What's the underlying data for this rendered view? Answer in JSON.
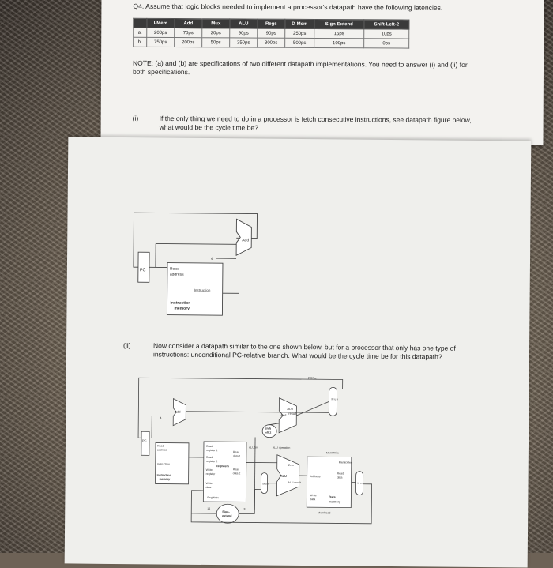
{
  "question_title": "Q4. Assume that logic blocks needed to implement a processor's datapath have the following latencies.",
  "table": {
    "headers": [
      "I-Mem",
      "Add",
      "Mux",
      "ALU",
      "Regs",
      "D-Mem",
      "Sign-Extend",
      "Shift-Left-2"
    ],
    "rows": [
      {
        "label": "a.",
        "values": [
          "200ps",
          "70ps",
          "20ps",
          "90ps",
          "90ps",
          "250ps",
          "15ps",
          "10ps"
        ]
      },
      {
        "label": "b.",
        "values": [
          "750ps",
          "200ps",
          "50ps",
          "250ps",
          "300ps",
          "500ps",
          "100ps",
          "0ps"
        ]
      }
    ]
  },
  "note": "NOTE: (a) and (b) are specifications of two different datapath implementations. You need to answer (i) and (ii) for both specifications.",
  "part_i": {
    "num": "(i)",
    "text": "If the only thing we need to do in a processor is fetch consecutive instructions, see datapath figure below, what would be the cycle time be?"
  },
  "part_ii": {
    "num": "(ii)",
    "text": "Now consider a datapath similar to the one shown below, but for a processor that only has one type of instructions: unconditional PC-relative branch. What would be the cycle time be for this datapath?"
  },
  "fig1": {
    "add": "Add",
    "four": "4",
    "pc": "PC",
    "read": "Read",
    "address": "address",
    "instruction": "Instruction",
    "imem1": "Instruction",
    "imem2": "memory"
  },
  "fig2": {
    "pcsrc": "PCSrc",
    "add": "Add",
    "four": "4",
    "add_alu": "Add",
    "alu_result1": "ALU",
    "alu_result2": "result",
    "shift1": "Shift",
    "shift2": "left 2",
    "alusrc": "ALUSrc",
    "aluop": "ALU operation",
    "memwrite": "MemWrite",
    "memtoreg": "MemtoReg",
    "pc": "PC",
    "read_addr1": "Read",
    "read_addr2": "address",
    "instruction": "Instruction",
    "imem1": "Instruction",
    "imem2": "memory",
    "rr1a": "Read",
    "rr1b": "register 1",
    "rr2a": "Read",
    "rr2b": "register 2",
    "wra": "Write",
    "wrb": "register",
    "wda": "Write",
    "wdb": "data",
    "rd1a": "Read",
    "rd1b": "data 1",
    "rd2a": "Read",
    "rd2b": "data 2",
    "registers": "Registers",
    "regwrite": "RegWrite",
    "zero": "Zero",
    "alu": "ALU",
    "alu_res": "ALU result",
    "address": "Address",
    "readdata1": "Read",
    "readdata2": "data",
    "dmem1": "Data",
    "dmem2": "memory",
    "wdata1": "Write",
    "wdata2": "data",
    "memread": "MemRead",
    "sign1": "Sign-",
    "sign2": "extend",
    "b16": "16",
    "b32": "32",
    "mux": "M u x"
  }
}
